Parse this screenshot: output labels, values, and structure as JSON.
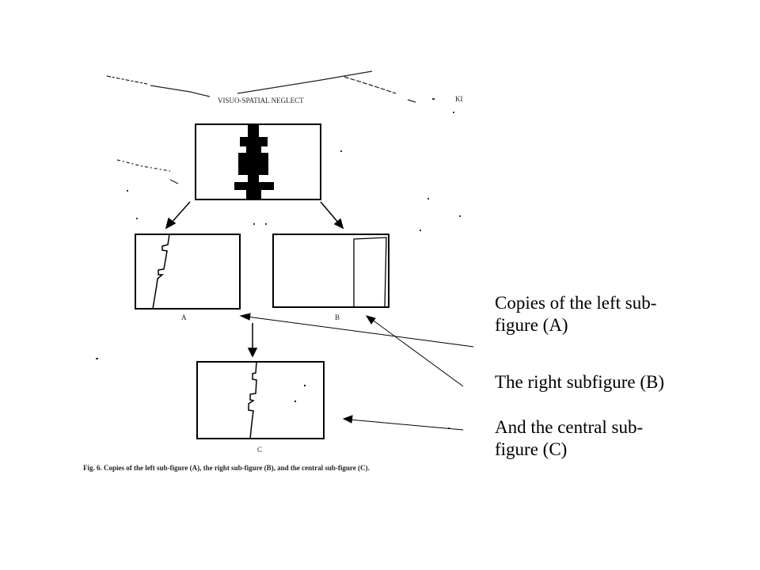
{
  "scan": {
    "header_text": "VISUO-SPATIAL NEGLECT",
    "page_number": "KI",
    "label_a": "A",
    "label_b": "B",
    "label_c": "C",
    "caption": "Fig. 6. Copies of the left sub-figure (A), the right sub-figure (B), and the central sub-figure (C)."
  },
  "callouts": [
    {
      "line1": "Copies of the left sub-",
      "line2": "figure (A)"
    },
    {
      "line1": "The right subfigure (B)"
    },
    {
      "line1": "And the central sub-",
      "line2": "figure (C)"
    }
  ]
}
